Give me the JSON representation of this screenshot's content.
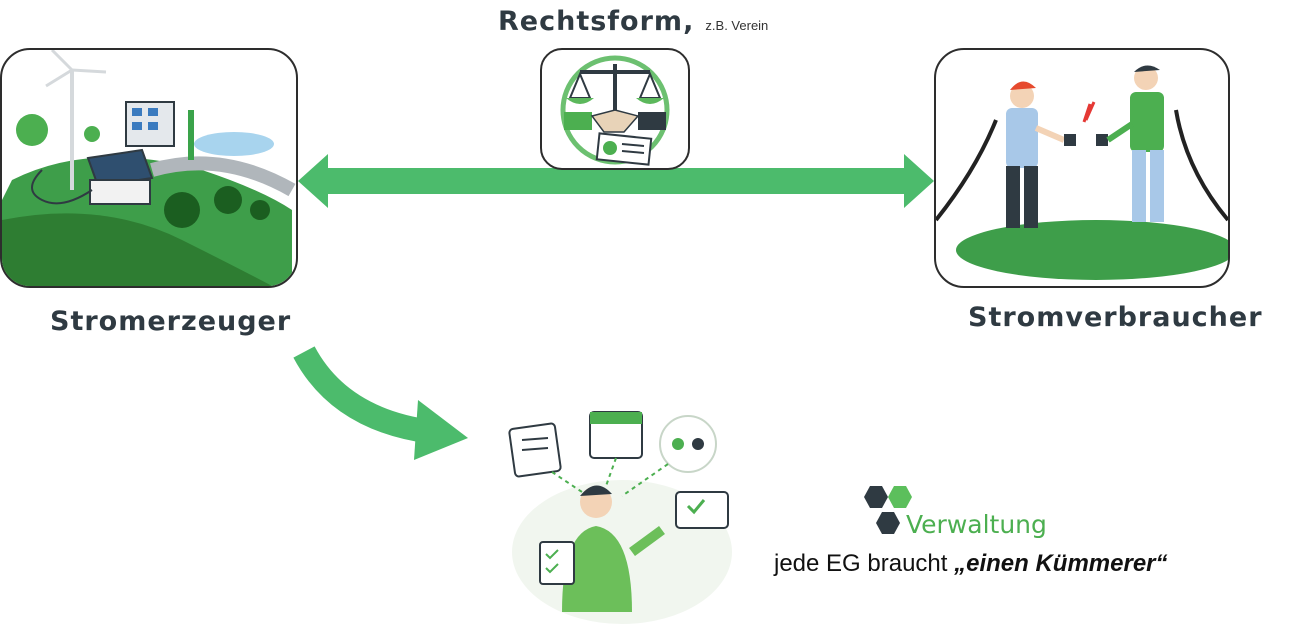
{
  "rechtsform": {
    "title": "Rechtsform",
    "comma": ",",
    "example": "z.B. Verein"
  },
  "producer": {
    "label": "Stromerzeuger"
  },
  "consumer": {
    "label": "Stromverbraucher"
  },
  "admin": {
    "title": "Verwaltung",
    "text_plain": "jede EG braucht ",
    "text_emph": "„einen Kümmerer“"
  },
  "colors": {
    "green": "#4cbb6c",
    "dark_green": "#2e7d32",
    "frame": "#2d2d2d",
    "hex_dark": "#2f3a42",
    "hex_green": "#5cbf5c"
  }
}
